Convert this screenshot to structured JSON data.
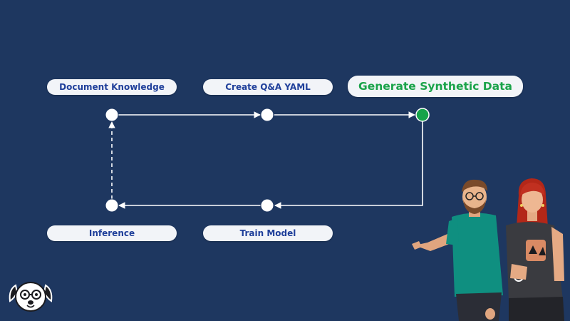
{
  "diagram": {
    "steps": [
      {
        "id": "document-knowledge",
        "label": "Document Knowledge",
        "active": false
      },
      {
        "id": "create-qa-yaml",
        "label": "Create Q&A YAML",
        "active": false
      },
      {
        "id": "generate-synthetic-data",
        "label": "Generate Synthetic Data",
        "active": true
      },
      {
        "id": "train-model",
        "label": "Train Model",
        "active": false
      },
      {
        "id": "inference",
        "label": "Inference",
        "active": false
      }
    ],
    "edges": [
      {
        "from": "document-knowledge",
        "to": "create-qa-yaml",
        "style": "solid"
      },
      {
        "from": "create-qa-yaml",
        "to": "generate-synthetic-data",
        "style": "solid"
      },
      {
        "from": "generate-synthetic-data",
        "to": "train-model",
        "style": "solid"
      },
      {
        "from": "train-model",
        "to": "inference",
        "style": "solid"
      },
      {
        "from": "inference",
        "to": "document-knowledge",
        "style": "dashed"
      }
    ]
  },
  "colors": {
    "background": "#1e3760",
    "pill_background": "#f2f4f8",
    "label_text": "#1f3f9a",
    "active_text": "#1aa34a",
    "active_node": "#16a34a",
    "line": "#ffffff"
  },
  "decor": {
    "characters": [
      "man-character-illustration",
      "woman-character-illustration"
    ],
    "logo": "dog-mascot-logo-icon"
  }
}
